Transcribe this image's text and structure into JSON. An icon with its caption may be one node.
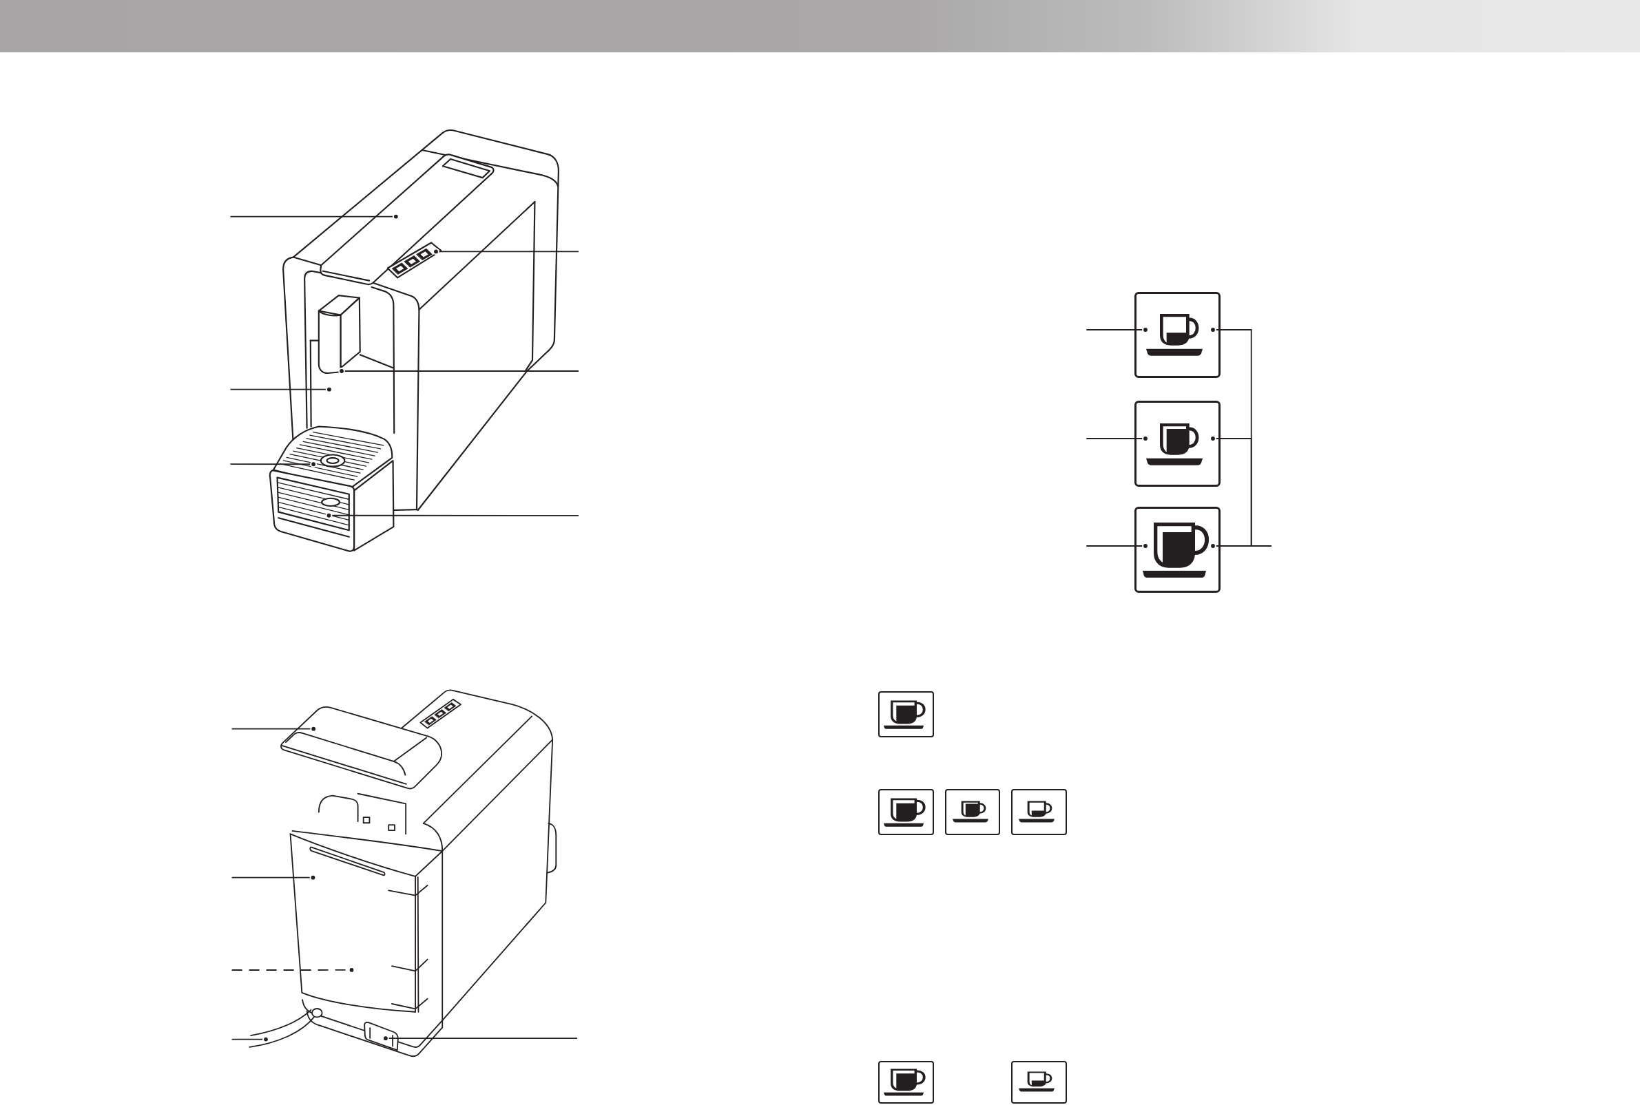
{
  "diagram": {
    "nodes": [
      {
        "text": [],
        "shape": "picture"
      },
      {
        "text": [],
        "shape": "picture"
      },
      {
        "text": [],
        "shape": "picture"
      },
      {
        "text": [],
        "shape": "picture"
      },
      {
        "text": [],
        "shape": "picture"
      },
      {
        "text": [],
        "shape": "picture"
      },
      {
        "text": [],
        "shape": "box"
      },
      {
        "text": [],
        "shape": "box"
      },
      {
        "text": [],
        "shape": "box"
      },
      {
        "text": [],
        "shape": "picture"
      },
      {
        "text": [],
        "shape": "picture"
      },
      {
        "text": [],
        "shape": "picture"
      },
      {
        "text": [],
        "shape": "picture"
      },
      {
        "text": [],
        "shape": "box"
      },
      {
        "text": [],
        "shape": "box"
      },
      {
        "text": [],
        "shape": "box"
      },
      {
        "text": [],
        "shape": "box"
      },
      {
        "text": [],
        "shape": "box"
      },
      {
        "text": [],
        "shape": "box"
      }
    ],
    "edges": [
      {
        "from": null,
        "to": 0,
        "arrow": "other"
      },
      {
        "from": null,
        "to": 1,
        "arrow": "other"
      },
      {
        "from": null,
        "to": 2,
        "arrow": "other"
      },
      {
        "from": null,
        "to": 3,
        "arrow": "other"
      },
      {
        "from": null,
        "to": 4,
        "arrow": "other"
      },
      {
        "from": null,
        "to": 5,
        "arrow": "other"
      },
      {
        "from": null,
        "to": 6,
        "arrow": "other"
      },
      {
        "from": null,
        "to": 7,
        "arrow": "other"
      },
      {
        "from": null,
        "to": 8,
        "arrow": "other"
      },
      {
        "from": 6,
        "to": null,
        "arrow": "other"
      },
      {
        "from": 7,
        "to": null,
        "arrow": "other"
      },
      {
        "from": 8,
        "to": null,
        "arrow": "other"
      },
      {
        "from": null,
        "to": 9,
        "arrow": "other"
      },
      {
        "from": null,
        "to": 10,
        "arrow": "other"
      },
      {
        "from": null,
        "to": 10,
        "arrow": "other",
        "style": "dashed"
      },
      {
        "from": null,
        "to": 11,
        "arrow": "other"
      },
      {
        "from": null,
        "to": 12,
        "arrow": "other"
      }
    ]
  }
}
